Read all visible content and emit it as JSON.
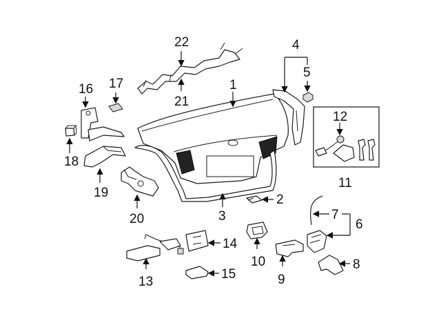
{
  "callouts": {
    "n1": "1",
    "n2": "2",
    "n3": "3",
    "n4": "4",
    "n5": "5",
    "n6": "6",
    "n7": "7",
    "n8": "8",
    "n9": "9",
    "n10": "10",
    "n11": "11",
    "n12": "12",
    "n13": "13",
    "n14": "14",
    "n15": "15",
    "n16": "16",
    "n17": "17",
    "n18": "18",
    "n19": "19",
    "n20": "20",
    "n21": "21",
    "n22": "22"
  },
  "colors": {
    "line": "#1a1a1a",
    "shade": "#d9d9d9",
    "background": "#ffffff"
  }
}
